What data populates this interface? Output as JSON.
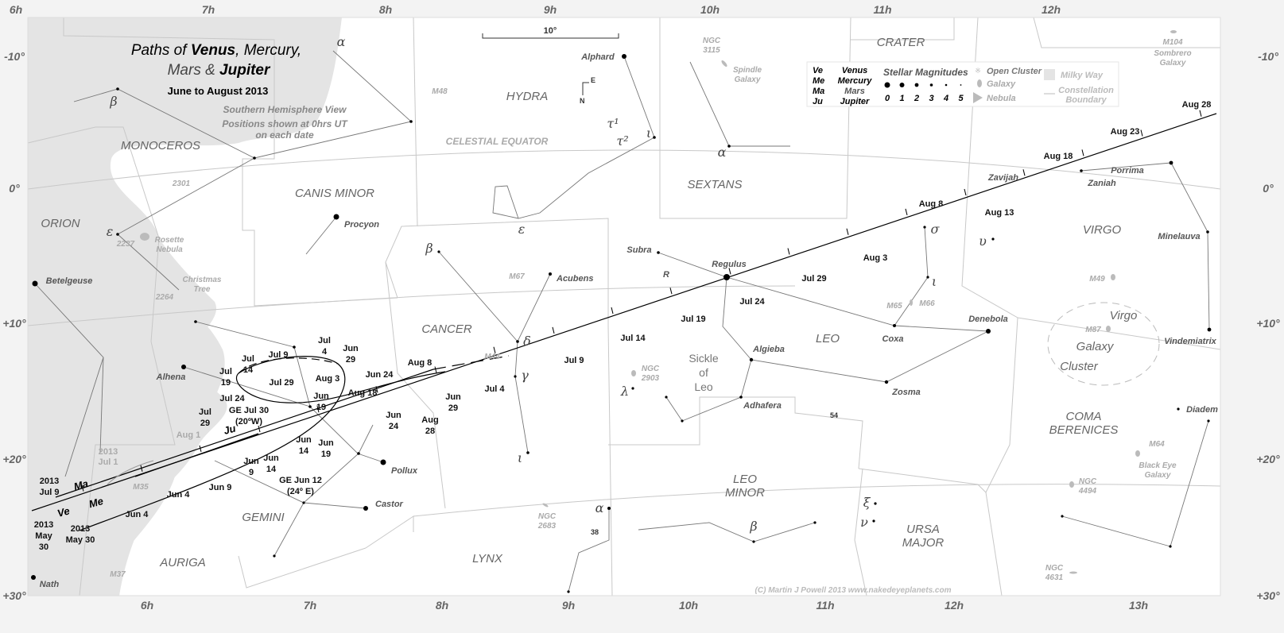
{
  "title": {
    "paths_of": "Paths of ",
    "venus": "Venus",
    "comma": ", ",
    "mercury": "Mercury,",
    "mars_and": "Mars & ",
    "jupiter": "Jupiter",
    "period": "June to August 2013",
    "view": "Southern Hemisphere View",
    "note": "Positions shown at 0hrs UT\non each date"
  },
  "ra_top": [
    "6h",
    "7h",
    "8h",
    "9h",
    "10h",
    "11h",
    "12h"
  ],
  "ra_bottom": [
    "6h",
    "7h",
    "8h",
    "9h",
    "10h",
    "11h",
    "12h",
    "13h"
  ],
  "dec_left": [
    "-10°",
    "0°",
    "+10°",
    "+20°",
    "+30°"
  ],
  "dec_right": [
    "-10°",
    "0°",
    "+10°",
    "+20°",
    "+30°"
  ],
  "scale_label": "10°",
  "compass": {
    "north": "N",
    "east": "E"
  },
  "celestial_equator": "CELESTIAL EQUATOR",
  "constellations": [
    "MONOCEROS",
    "CANIS MINOR",
    "ORION",
    "HYDRA",
    "CRATER",
    "SEXTANS",
    "CANCER",
    "LEO",
    "VIRGO",
    "GEMINI",
    "AURIGA",
    "LYNX",
    "LEO\nMINOR",
    "URSA\nMAJOR",
    "COMA\nBERENICES"
  ],
  "stars": [
    "Alphard",
    "Procyon",
    "Betelgeuse",
    "Alhena",
    "Pollux",
    "Castor",
    "Acubens",
    "Regulus",
    "Subra",
    "Algieba",
    "Adhafera",
    "Zosma",
    "Coxa",
    "Denebola",
    "Zavijah",
    "Zaniah",
    "Porrima",
    "Minelauva",
    "Vindemiatrix",
    "Diadem",
    "Nath"
  ],
  "greek": [
    "α",
    "β",
    "ε",
    "β",
    "ε",
    "δ",
    "γ",
    "ι",
    "τ¹",
    "τ²",
    "ι",
    "α",
    "λ",
    "σ",
    "ι",
    "υ",
    "α",
    "β",
    "ξ",
    "ν",
    "R"
  ],
  "star_numbers": [
    "54",
    "38"
  ],
  "deep_sky": [
    "M48",
    "M67",
    "M44",
    "NGC\n2903",
    "NGC\n3115",
    "Spindle\nGalaxy",
    "M65",
    "M66",
    "M49",
    "M87",
    "NGC\n4494",
    "M64",
    "Black Eye\nGalaxy",
    "M104",
    "Sombrero\nGalaxy",
    "NGC\n2683",
    "NGC\n4631",
    "M35",
    "M37",
    "2301",
    "2237",
    "Rosette\nNebula",
    "Christmas\nTree",
    "2264"
  ],
  "virgo_cluster": [
    "Virgo",
    "Galaxy",
    "Cluster"
  ],
  "sickle": "Sickle\nof\nLeo",
  "planet_dates": [
    "Aug 28",
    "Aug 23",
    "Aug 18",
    "Aug 13",
    "Aug 8",
    "Aug 3",
    "Jul 29",
    "Jul 24",
    "Jul 19",
    "Jul 14",
    "Jul 9",
    "Jul 4",
    "Jun\n29",
    "Jun\n24",
    "Aug 8",
    "Aug 18",
    "Jun 24",
    "Aug 3",
    "Jul 29",
    "Jul 24",
    "Jul\n19",
    "Jul\n14",
    "Jul 9",
    "Jul\n4",
    "Jun\n29",
    "Jun\n19",
    "GE Jul 30\n(20ºW)",
    "Jul\n29",
    "Jun\n14",
    "Jun\n19",
    "GE Jun 12\n(24º E)",
    "Jun\n9",
    "Jun\n14",
    "Jun 9",
    "Jun 4",
    "Jun 4",
    "2013\nJul 9",
    "2013\nMay\n30",
    "2013\nMay 30"
  ],
  "aug28_regular": "Aug\n28",
  "gray_dates": [
    "Aug 1",
    "2013\nJul 1"
  ],
  "planet_abbrev": [
    "Ma",
    "Ve",
    "Me",
    "Ju"
  ],
  "legend": {
    "planets": [
      {
        "abbr": "Ve",
        "name": "Venus",
        "color": "#000000"
      },
      {
        "abbr": "Me",
        "name": "Mercury",
        "color": "#000000"
      },
      {
        "abbr": "Ma",
        "name": "Mars",
        "color": "#555555"
      },
      {
        "abbr": "Ju",
        "name": "Jupiter",
        "color": "#000000"
      }
    ],
    "magnitudes_title": "Stellar Magnitudes",
    "magnitudes": [
      "0",
      "1",
      "2",
      "3",
      "4",
      "5"
    ],
    "open_cluster": "Open Cluster",
    "galaxy": "Galaxy",
    "nebula": "Nebula",
    "milky_way": "Milky Way",
    "boundary": "Constellation\nBoundary"
  },
  "credit": "(C) Martin J Powell 2013   www.nakedeyeplanets.com"
}
